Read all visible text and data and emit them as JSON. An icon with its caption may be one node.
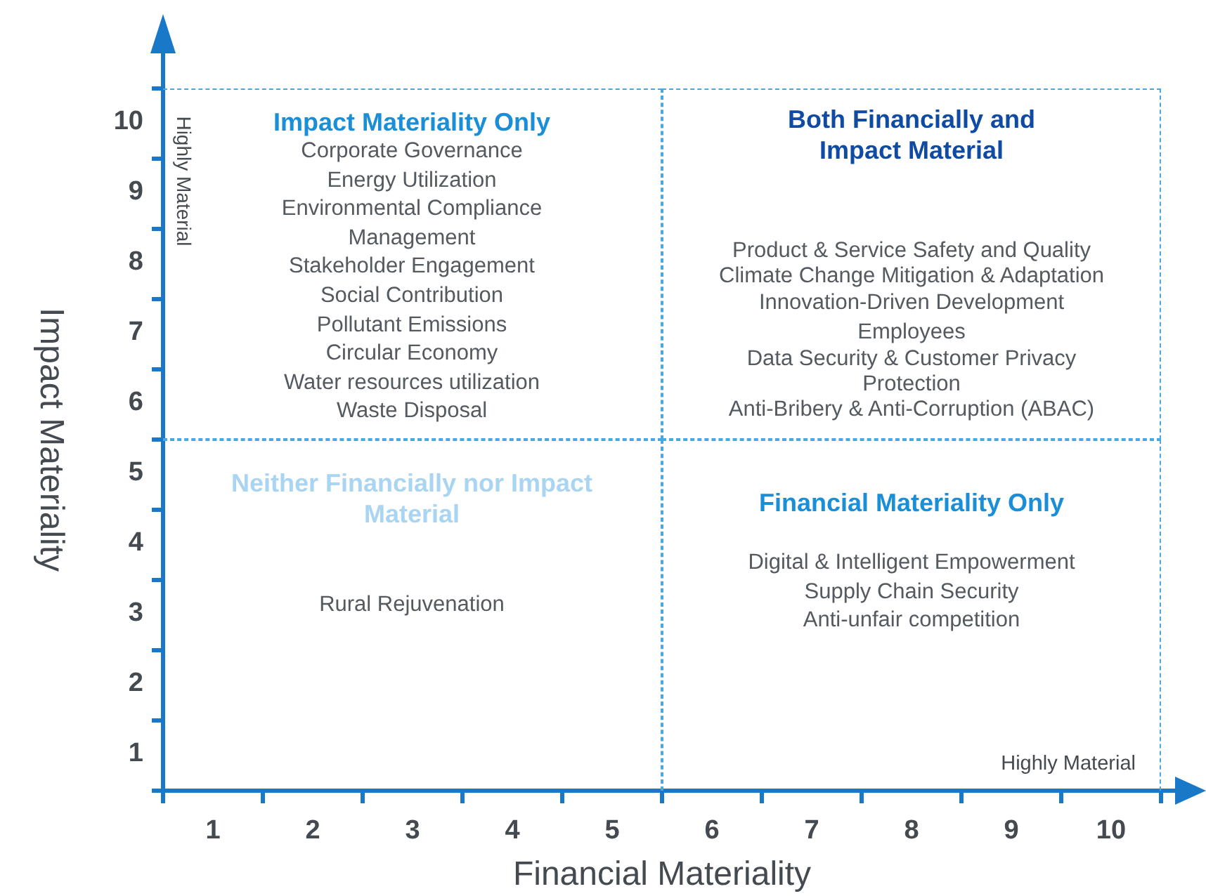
{
  "diagram": {
    "nodes": [
      {
        "text": [
          "Impact Materiality Only",
          "Corporate Governance",
          "Energy Utilization",
          "Environmental Compliance Management",
          "Stakeholder Engagement",
          "Social Contribution",
          "Pollutant Emissions",
          "Circular Economy",
          "Water resources utilization",
          "Waste Disposal"
        ]
      },
      {
        "text": [
          "Both Financially and Impact Material",
          "Product & Service Safety and Quality",
          "Climate Change Mitigation & Adaptation",
          "Innovation-Driven Development",
          "Employees",
          "Data Security & Customer Privacy Protection",
          "Anti-Bribery & Anti-Corruption (ABAC)"
        ]
      },
      {
        "text": [
          "Neither Financially nor Impact Material",
          "Rural Rejuvenation"
        ]
      },
      {
        "text": [
          "Financial Materiality Only",
          "Digital & Intelligent Empowerment",
          "Supply Chain Security",
          "Anti-unfair competition"
        ]
      }
    ],
    "edges": [],
    "labels": [
      "Highly Material",
      "10",
      "9",
      "8",
      "7",
      "6",
      "5",
      "4",
      "3",
      "2",
      "1",
      "Impact Materiality",
      "Highly Material",
      "1",
      "2",
      "3",
      "4",
      "5",
      "6",
      "7",
      "8",
      "9",
      "10",
      "Financial Materiality"
    ]
  }
}
